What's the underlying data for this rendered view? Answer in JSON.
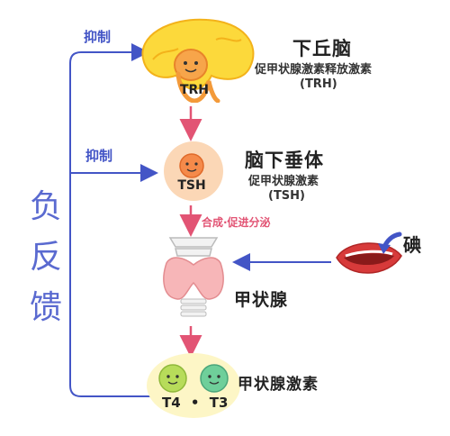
{
  "feedback": {
    "char1": "负",
    "char2": "反",
    "char3": "馈"
  },
  "inhibit_top": "抑制",
  "inhibit_mid": "抑制",
  "hypothalamus": {
    "title": "下丘脑",
    "hormone": "促甲状腺激素释放激素",
    "abbr": "(TRH)",
    "tag": "TRH"
  },
  "pituitary": {
    "title": "脑下垂体",
    "hormone": "促甲状腺激素",
    "abbr": "(TSH)",
    "tag": "TSH"
  },
  "synth_label": "合成·促进分泌",
  "thyroid": {
    "title": "甲状腺"
  },
  "iodine": "碘",
  "thyroid_hormone": {
    "title": "甲状腺激素",
    "tag_t4": "T4",
    "dot": "•",
    "tag_t3": "T3"
  },
  "colors": {
    "blue": "#4355c6",
    "pink": "#e25474",
    "yellow": "#fcd93b",
    "orange": "#f39a3a",
    "peach": "#fbd7b6",
    "thyroid": "#f7b6b8",
    "mouth": "#d73a3a"
  }
}
